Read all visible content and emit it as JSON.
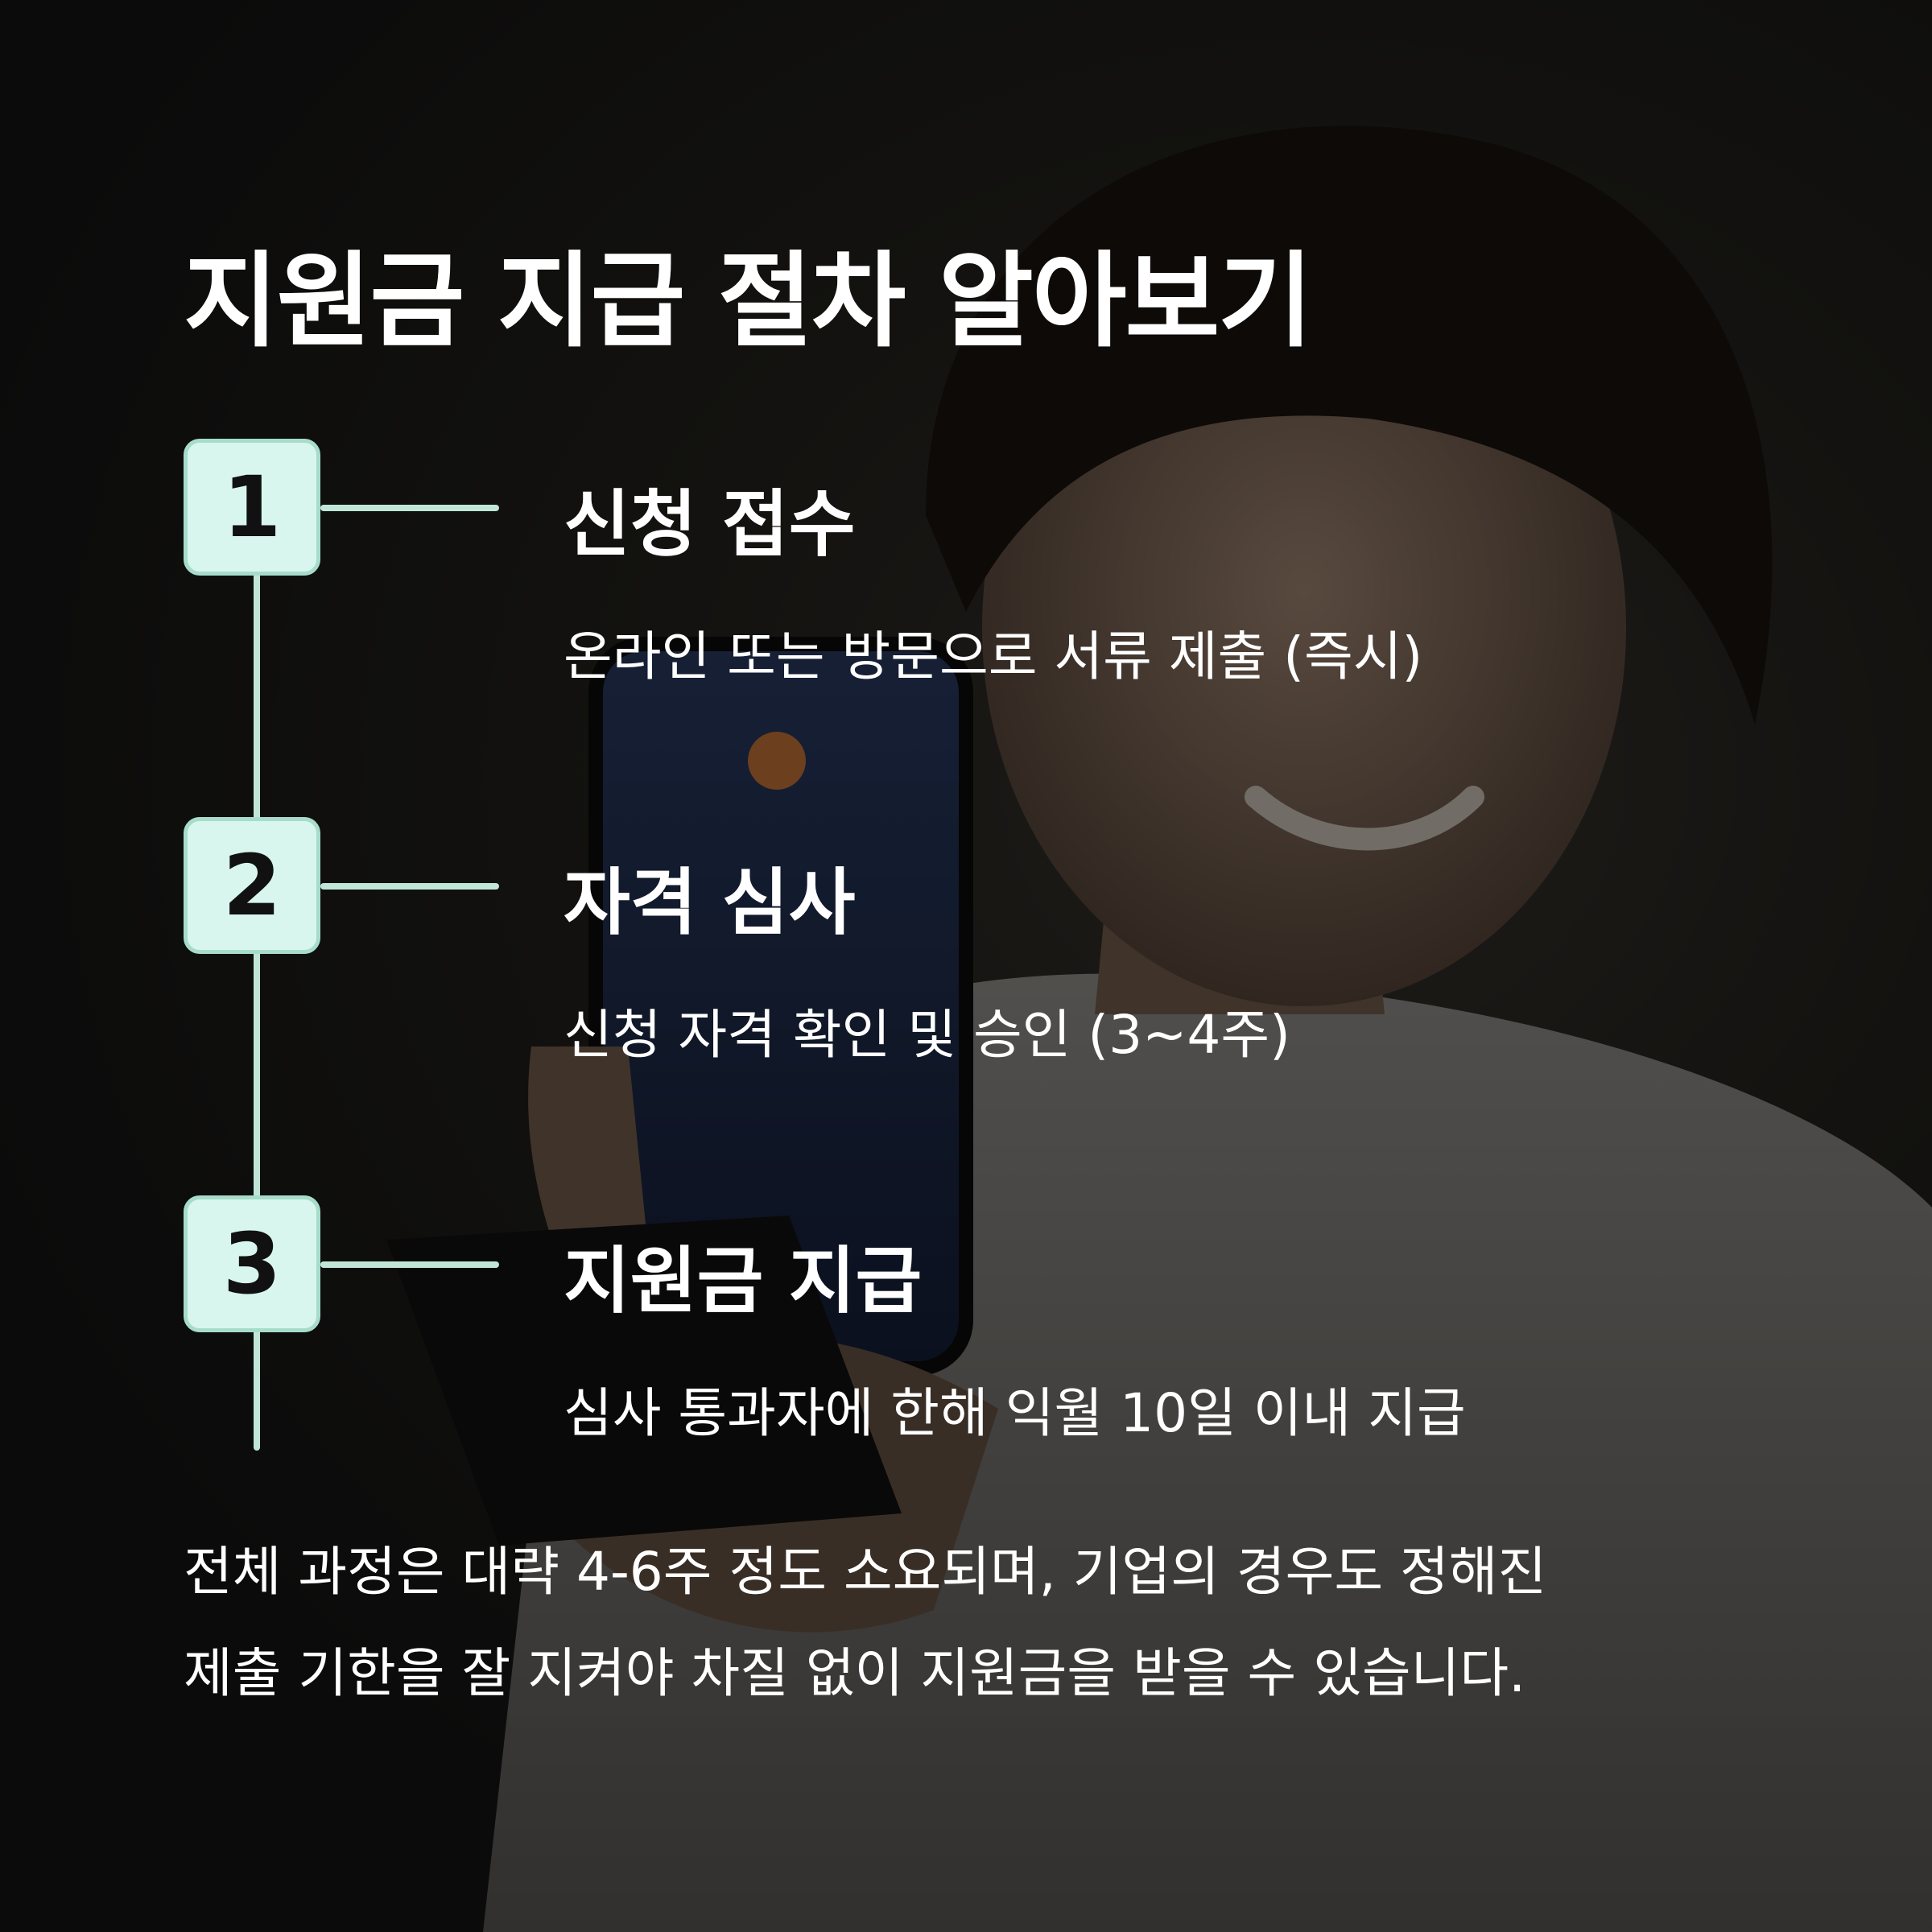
{
  "title": "지원금 지급 절차 알아보기",
  "steps": [
    {
      "number": "1",
      "title": "신청 접수",
      "description": "온라인 또는 방문으로 서류 제출 (즉시)"
    },
    {
      "number": "2",
      "title": "자격 심사",
      "description": "신청 자격 확인 및 승인 (3~4주)"
    },
    {
      "number": "3",
      "title": "지원금 지급",
      "description": "심사 통과자에 한해 익월 10일 이내 지급"
    }
  ],
  "footer": {
    "line1": "전체 과정은 대략 4-6주 정도 소요되며, 기업의 경우도 정해진",
    "line2": "제출 기한을 잘 지켜야 차질 없이 지원금을 받을 수 있습니다."
  },
  "colors": {
    "accent_box": "#d8f6ee",
    "accent_line": "#bfe6d9",
    "text": "#ffffff"
  }
}
